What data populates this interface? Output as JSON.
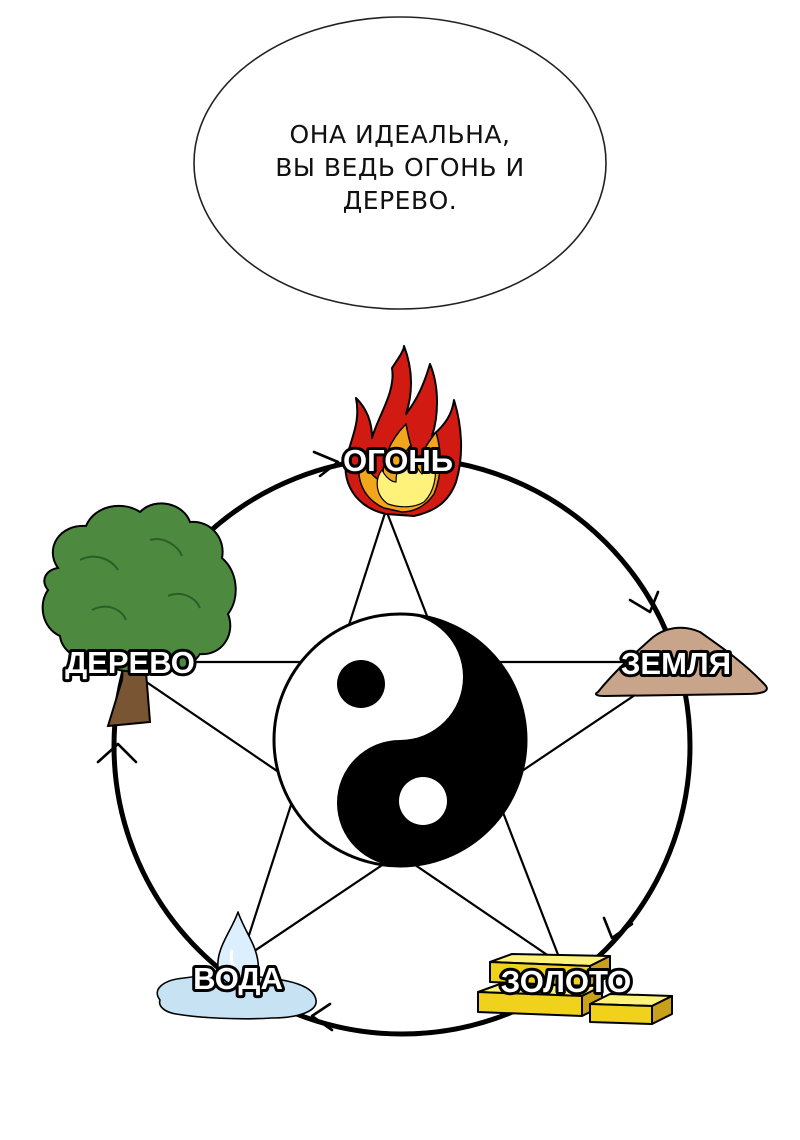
{
  "speech_bubble": {
    "text": "ОНА ИДЕАЛЬНА,\nВЫ ВЕДЬ ОГОНЬ И\nДЕРЕВО."
  },
  "elements": {
    "fire": "ОГОНЬ",
    "earth": "ЗЕМЛЯ",
    "gold": "ЗОЛОТО",
    "water": "ВОДА",
    "wood": "ДЕРЕВО"
  },
  "colors": {
    "fire_outer": "#d11a12",
    "fire_mid": "#f2a61c",
    "fire_inner": "#fff27a",
    "tree_leaves": "#4d8a3f",
    "tree_trunk": "#7a5533",
    "earth": "#c8a58a",
    "gold": "#f0d21c",
    "water": "#c6e2f3"
  },
  "icons": {
    "center": "yin-yang-icon",
    "fire": "fire-icon",
    "earth": "soil-pile-icon",
    "gold": "gold-bars-icon",
    "water": "water-drop-icon",
    "wood": "tree-icon"
  }
}
